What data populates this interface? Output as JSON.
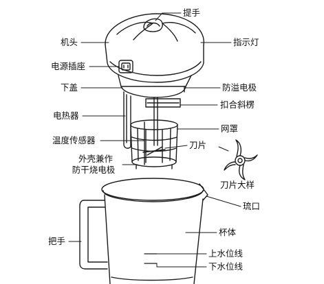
{
  "labels": {
    "handle_top": "提手",
    "machine_head": "机头",
    "indicator_light": "指示灯",
    "power_socket": "电源插座",
    "lower_cover": "下盖",
    "overflow_electrode": "防溢电极",
    "snap_ramp": "扣合斜楞",
    "heater": "电热器",
    "mesh_cover": "网罩",
    "temp_sensor": "温度传感器",
    "blade": "刀片",
    "shell_line1": "外壳兼作",
    "shell_line2": "防干烧电极",
    "blade_sample": "刀片大样",
    "spout": "琉口",
    "cup_body": "杯体",
    "jug_handle": "把手",
    "upper_water_line": "上水位线",
    "lower_water_line": "下水位线"
  },
  "colors": {
    "line": "#1a1a1a",
    "text": "#111111"
  }
}
